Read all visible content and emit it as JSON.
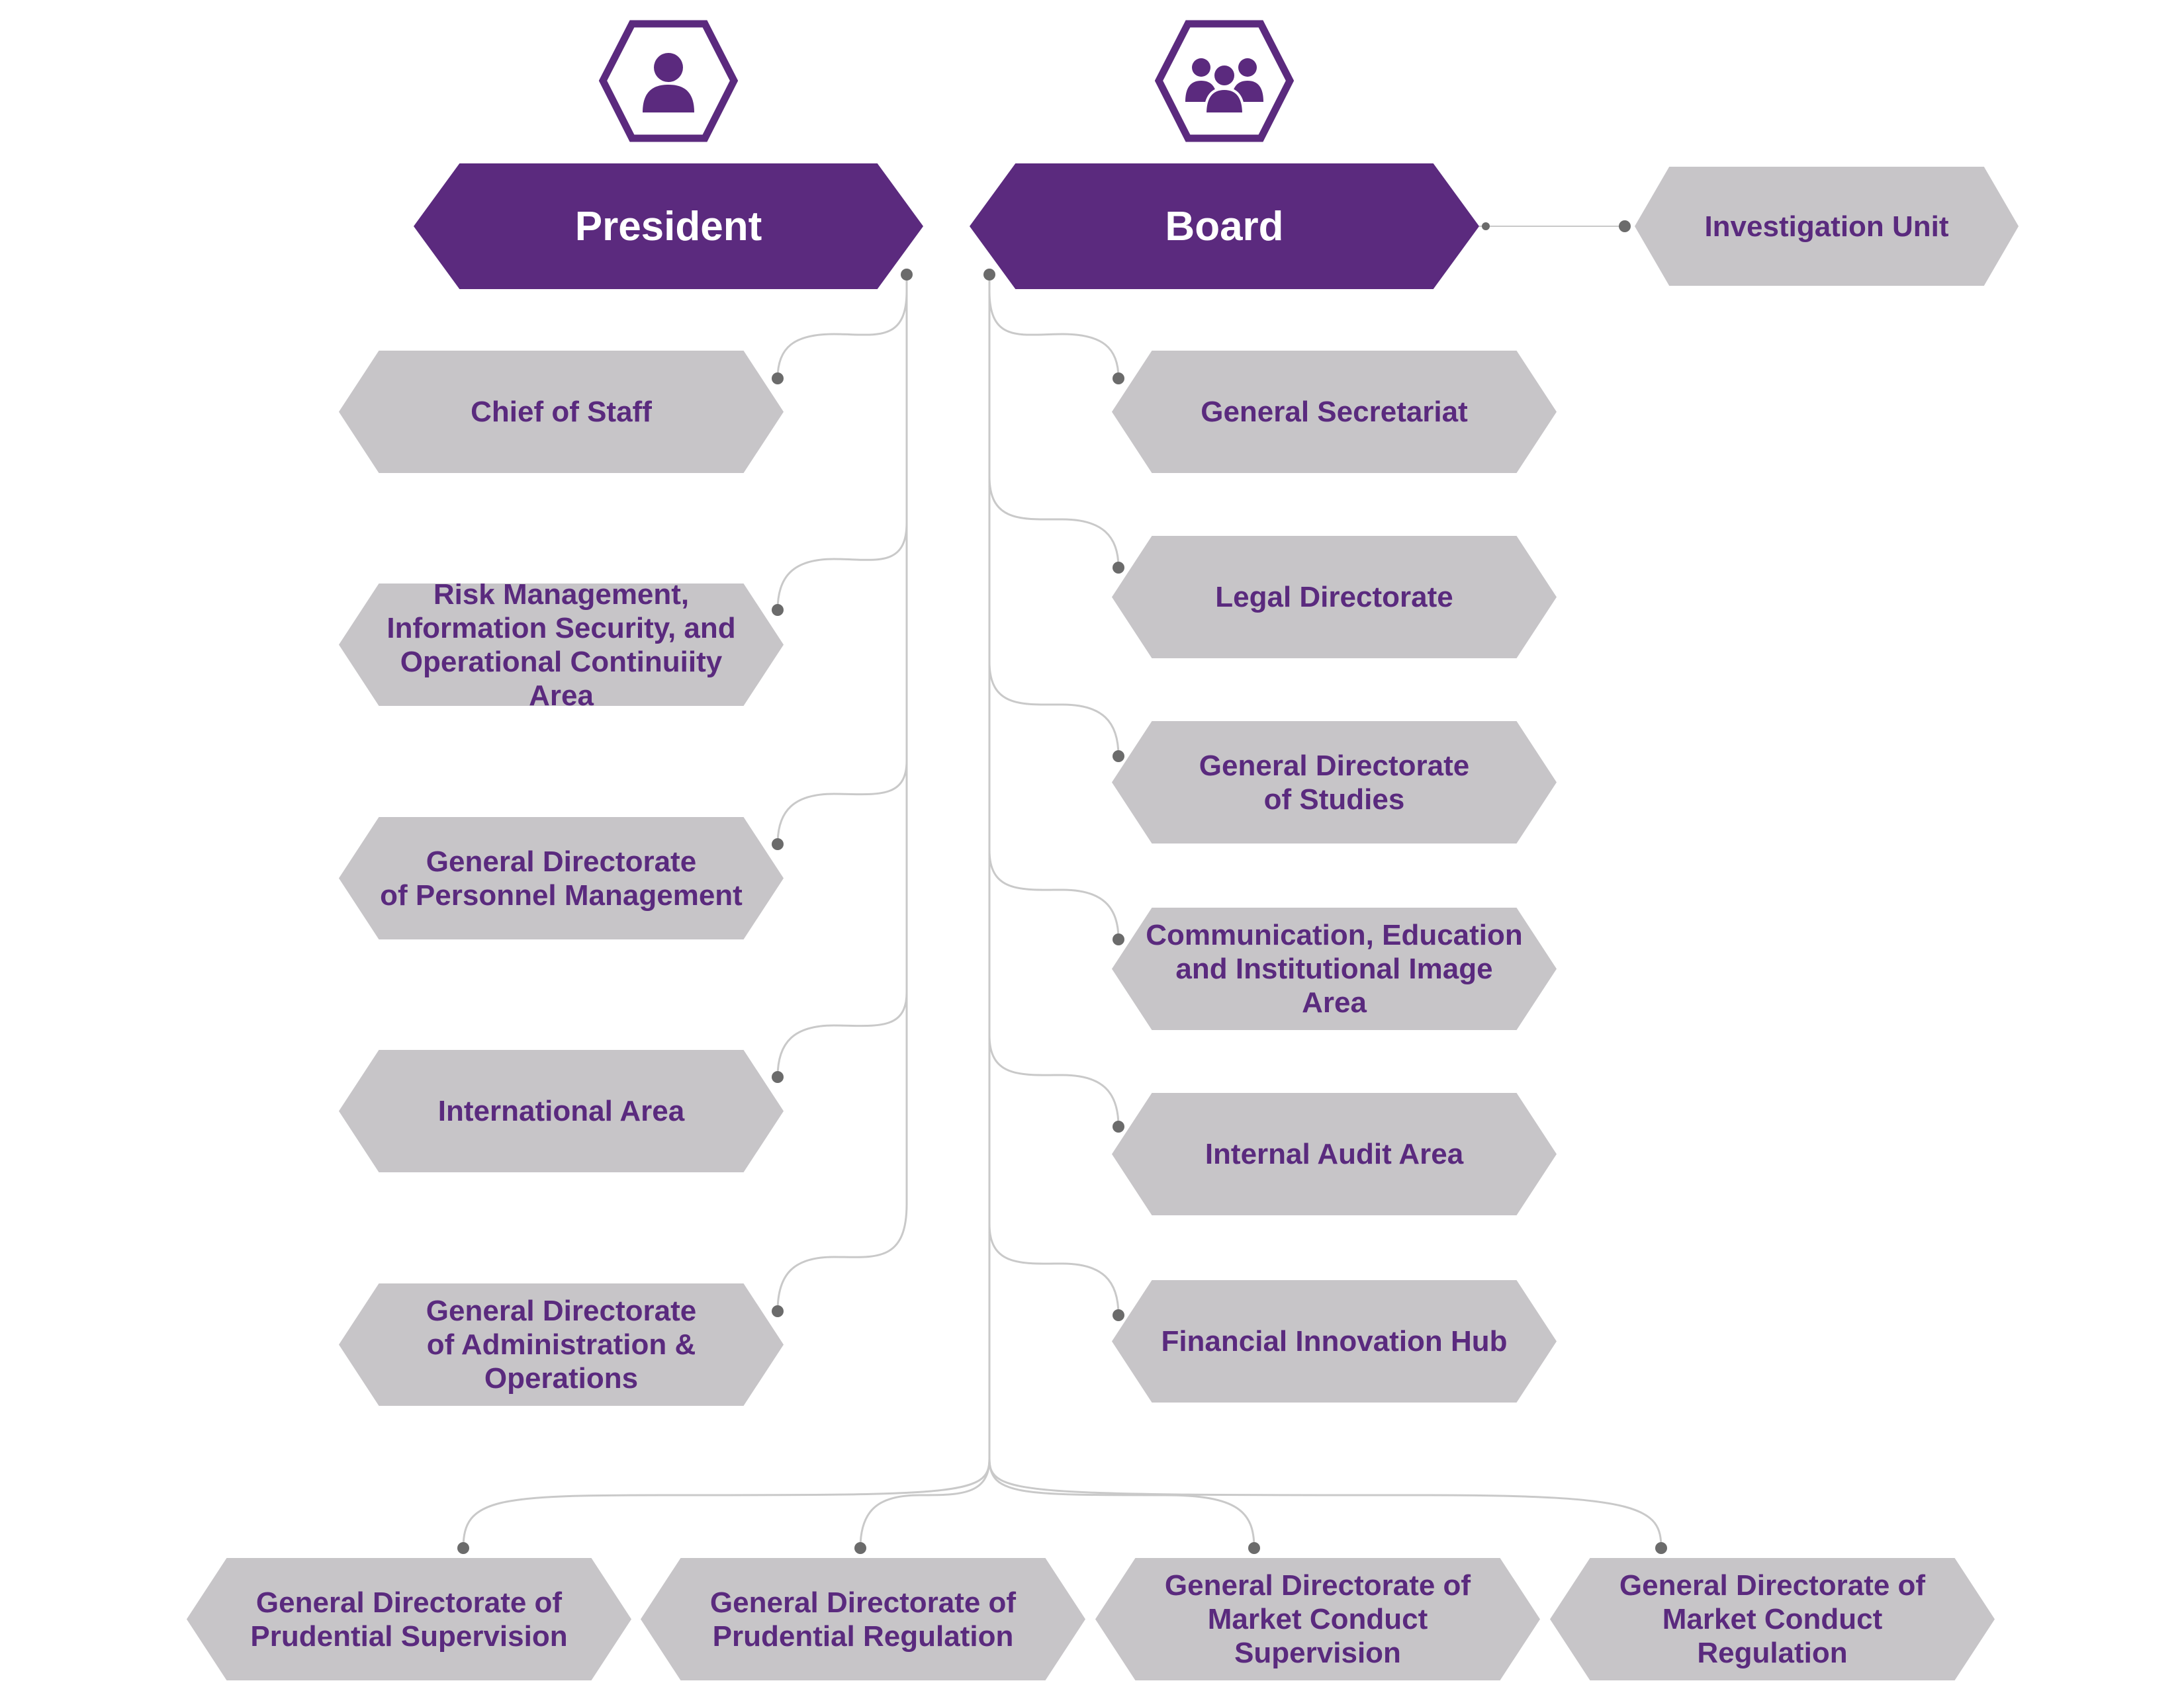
{
  "colors": {
    "accent": "#5b2a7e",
    "box": "#c7c5c8",
    "connector": "#c9c9c9",
    "dot": "#6b6b6b"
  },
  "icons": {
    "president": "single-person-icon",
    "board": "group-of-people-icon"
  },
  "top": {
    "president": "President",
    "board": "Board",
    "investigation_unit": "Investigation Unit"
  },
  "president_units": [
    "Chief of Staff",
    "Risk Management,\nInformation Security, and\nOperational Continuiity Area",
    "General Directorate\nof Personnel Management",
    "International Area",
    "General Directorate\nof Administration &\nOperations"
  ],
  "board_units": [
    "General Secretariat",
    "Legal Directorate",
    "General Directorate\nof Studies",
    "Communication, Education\nand Institutional Image Area",
    "Internal Audit Area",
    "Financial Innovation Hub"
  ],
  "bottom_units": [
    "General Directorate of\nPrudential Supervision",
    "General Directorate of\nPrudential Regulation",
    "General Directorate of\nMarket Conduct\nSupervision",
    "General Directorate of\nMarket Conduct\nRegulation"
  ]
}
